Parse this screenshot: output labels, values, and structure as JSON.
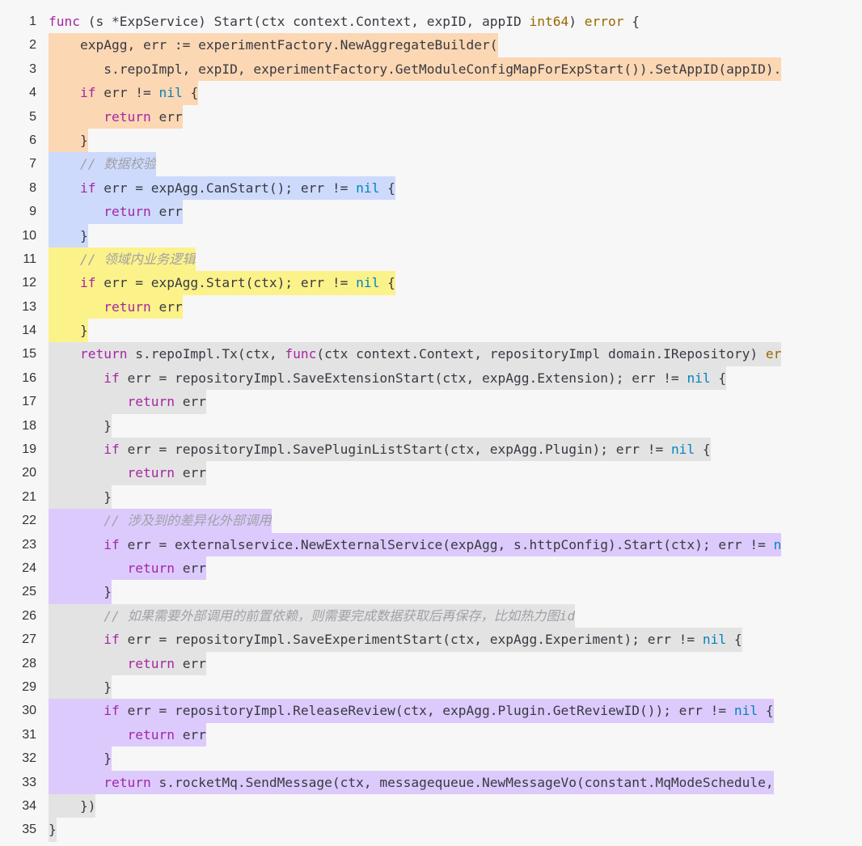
{
  "colors": {
    "orange": "#fcd7b3",
    "blue": "#cddafc",
    "yellow": "#fcf28a",
    "gray": "#e3e3e3",
    "purple": "#dccafc",
    "keyword": "#a626a4",
    "type": "#986801",
    "nil": "#0184bc",
    "comment": "#a0a1a7",
    "text": "#383a42"
  },
  "lines": [
    {
      "n": "1",
      "hl": "none",
      "tokens": [
        [
          "func",
          "kw"
        ],
        [
          " (s *ExpService) Start(ctx context.Context, expID, appID ",
          "plain"
        ],
        [
          "int64",
          "type"
        ],
        [
          ") ",
          "plain"
        ],
        [
          "error",
          "type"
        ],
        [
          " {",
          "plain"
        ]
      ]
    },
    {
      "n": "2",
      "hl": "orange",
      "tokens": [
        [
          "    expAgg, err := experimentFactory.NewAggregateBuilder(",
          "plain"
        ]
      ]
    },
    {
      "n": "3",
      "hl": "orange",
      "tokens": [
        [
          "       s.repoImpl, expID, experimentFactory.GetModuleConfigMapForExpStart()).SetAppID(appID).",
          "plain"
        ]
      ]
    },
    {
      "n": "4",
      "hl": "orange",
      "tokens": [
        [
          "    ",
          "plain"
        ],
        [
          "if",
          "kw"
        ],
        [
          " err != ",
          "plain"
        ],
        [
          "nil",
          "nil"
        ],
        [
          " {",
          "plain"
        ]
      ]
    },
    {
      "n": "5",
      "hl": "orange",
      "tokens": [
        [
          "       ",
          "plain"
        ],
        [
          "return",
          "kw"
        ],
        [
          " err",
          "plain"
        ]
      ]
    },
    {
      "n": "6",
      "hl": "orange",
      "tokens": [
        [
          "    }",
          "plain"
        ]
      ]
    },
    {
      "n": "7",
      "hl": "blue",
      "tokens": [
        [
          "    ",
          "plain"
        ],
        [
          "// 数据校验",
          "com"
        ]
      ]
    },
    {
      "n": "8",
      "hl": "blue",
      "tokens": [
        [
          "    ",
          "plain"
        ],
        [
          "if",
          "kw"
        ],
        [
          " err = expAgg.CanStart(); err != ",
          "plain"
        ],
        [
          "nil",
          "nil"
        ],
        [
          " {",
          "plain"
        ]
      ]
    },
    {
      "n": "9",
      "hl": "blue",
      "tokens": [
        [
          "       ",
          "plain"
        ],
        [
          "return",
          "kw"
        ],
        [
          " err",
          "plain"
        ]
      ]
    },
    {
      "n": "10",
      "hl": "blue",
      "tokens": [
        [
          "    }",
          "plain"
        ]
      ]
    },
    {
      "n": "11",
      "hl": "yellow",
      "tokens": [
        [
          "    ",
          "plain"
        ],
        [
          "// 领域内业务逻辑",
          "com"
        ]
      ]
    },
    {
      "n": "12",
      "hl": "yellow",
      "tokens": [
        [
          "    ",
          "plain"
        ],
        [
          "if",
          "kw"
        ],
        [
          " err = expAgg.Start(ctx); err != ",
          "plain"
        ],
        [
          "nil",
          "nil"
        ],
        [
          " {",
          "plain"
        ]
      ]
    },
    {
      "n": "13",
      "hl": "yellow",
      "tokens": [
        [
          "       ",
          "plain"
        ],
        [
          "return",
          "kw"
        ],
        [
          " err",
          "plain"
        ]
      ]
    },
    {
      "n": "14",
      "hl": "yellow",
      "tokens": [
        [
          "    }",
          "plain"
        ]
      ]
    },
    {
      "n": "15",
      "hl": "gray",
      "tokens": [
        [
          "    ",
          "plain"
        ],
        [
          "return",
          "kw"
        ],
        [
          " s.repoImpl.Tx(ctx, ",
          "plain"
        ],
        [
          "func",
          "kw"
        ],
        [
          "(ctx context.Context, repositoryImpl domain.IRepository) ",
          "plain"
        ],
        [
          "er",
          "type"
        ]
      ]
    },
    {
      "n": "16",
      "hl": "gray",
      "tokens": [
        [
          "       ",
          "plain"
        ],
        [
          "if",
          "kw"
        ],
        [
          " err = repositoryImpl.SaveExtensionStart(ctx, expAgg.Extension); err != ",
          "plain"
        ],
        [
          "nil",
          "nil"
        ],
        [
          " {",
          "plain"
        ]
      ]
    },
    {
      "n": "17",
      "hl": "gray",
      "tokens": [
        [
          "          ",
          "plain"
        ],
        [
          "return",
          "kw"
        ],
        [
          " err",
          "plain"
        ]
      ]
    },
    {
      "n": "18",
      "hl": "gray",
      "tokens": [
        [
          "       }",
          "plain"
        ]
      ]
    },
    {
      "n": "19",
      "hl": "gray",
      "tokens": [
        [
          "       ",
          "plain"
        ],
        [
          "if",
          "kw"
        ],
        [
          " err = repositoryImpl.SavePluginListStart(ctx, expAgg.Plugin); err != ",
          "plain"
        ],
        [
          "nil",
          "nil"
        ],
        [
          " {",
          "plain"
        ]
      ]
    },
    {
      "n": "20",
      "hl": "gray",
      "tokens": [
        [
          "          ",
          "plain"
        ],
        [
          "return",
          "kw"
        ],
        [
          " err",
          "plain"
        ]
      ]
    },
    {
      "n": "21",
      "hl": "gray",
      "tokens": [
        [
          "       }",
          "plain"
        ]
      ]
    },
    {
      "n": "22",
      "hl": "purple",
      "tokens": [
        [
          "       ",
          "plain"
        ],
        [
          "// 涉及到的差异化外部调用",
          "com"
        ]
      ]
    },
    {
      "n": "23",
      "hl": "purple",
      "tokens": [
        [
          "       ",
          "plain"
        ],
        [
          "if",
          "kw"
        ],
        [
          " err = externalservice.NewExternalService(expAgg, s.httpConfig).Start(ctx); err != ",
          "plain"
        ],
        [
          "n",
          "nil"
        ]
      ]
    },
    {
      "n": "24",
      "hl": "purple",
      "tokens": [
        [
          "          ",
          "plain"
        ],
        [
          "return",
          "kw"
        ],
        [
          " err",
          "plain"
        ]
      ]
    },
    {
      "n": "25",
      "hl": "purple",
      "tokens": [
        [
          "       }",
          "plain"
        ]
      ]
    },
    {
      "n": "26",
      "hl": "gray",
      "tokens": [
        [
          "       ",
          "plain"
        ],
        [
          "// 如果需要外部调用的前置依赖，则需要完成数据获取后再保存，比如热力图id",
          "com"
        ]
      ]
    },
    {
      "n": "27",
      "hl": "gray",
      "tokens": [
        [
          "       ",
          "plain"
        ],
        [
          "if",
          "kw"
        ],
        [
          " err = repositoryImpl.SaveExperimentStart(ctx, expAgg.Experiment); err != ",
          "plain"
        ],
        [
          "nil",
          "nil"
        ],
        [
          " {",
          "plain"
        ]
      ]
    },
    {
      "n": "28",
      "hl": "gray",
      "tokens": [
        [
          "          ",
          "plain"
        ],
        [
          "return",
          "kw"
        ],
        [
          " err",
          "plain"
        ]
      ]
    },
    {
      "n": "29",
      "hl": "gray",
      "tokens": [
        [
          "       }",
          "plain"
        ]
      ]
    },
    {
      "n": "30",
      "hl": "purple",
      "tokens": [
        [
          "       ",
          "plain"
        ],
        [
          "if",
          "kw"
        ],
        [
          " err = repositoryImpl.ReleaseReview(ctx, expAgg.Plugin.GetReviewID()); err != ",
          "plain"
        ],
        [
          "nil",
          "nil"
        ],
        [
          " {",
          "plain"
        ]
      ]
    },
    {
      "n": "31",
      "hl": "purple",
      "tokens": [
        [
          "          ",
          "plain"
        ],
        [
          "return",
          "kw"
        ],
        [
          " err",
          "plain"
        ]
      ]
    },
    {
      "n": "32",
      "hl": "purple",
      "tokens": [
        [
          "       }",
          "plain"
        ]
      ]
    },
    {
      "n": "33",
      "hl": "purple",
      "tokens": [
        [
          "       ",
          "plain"
        ],
        [
          "return",
          "kw"
        ],
        [
          " s.rocketMq.SendMessage(ctx, messagequeue.NewMessageVo(constant.MqModeSchedule,",
          "plain"
        ]
      ]
    },
    {
      "n": "34",
      "hl": "gray",
      "tokens": [
        [
          "    })",
          "plain"
        ]
      ]
    },
    {
      "n": "35",
      "hl": "gray",
      "tokens": [
        [
          "}",
          "plain"
        ]
      ]
    }
  ]
}
